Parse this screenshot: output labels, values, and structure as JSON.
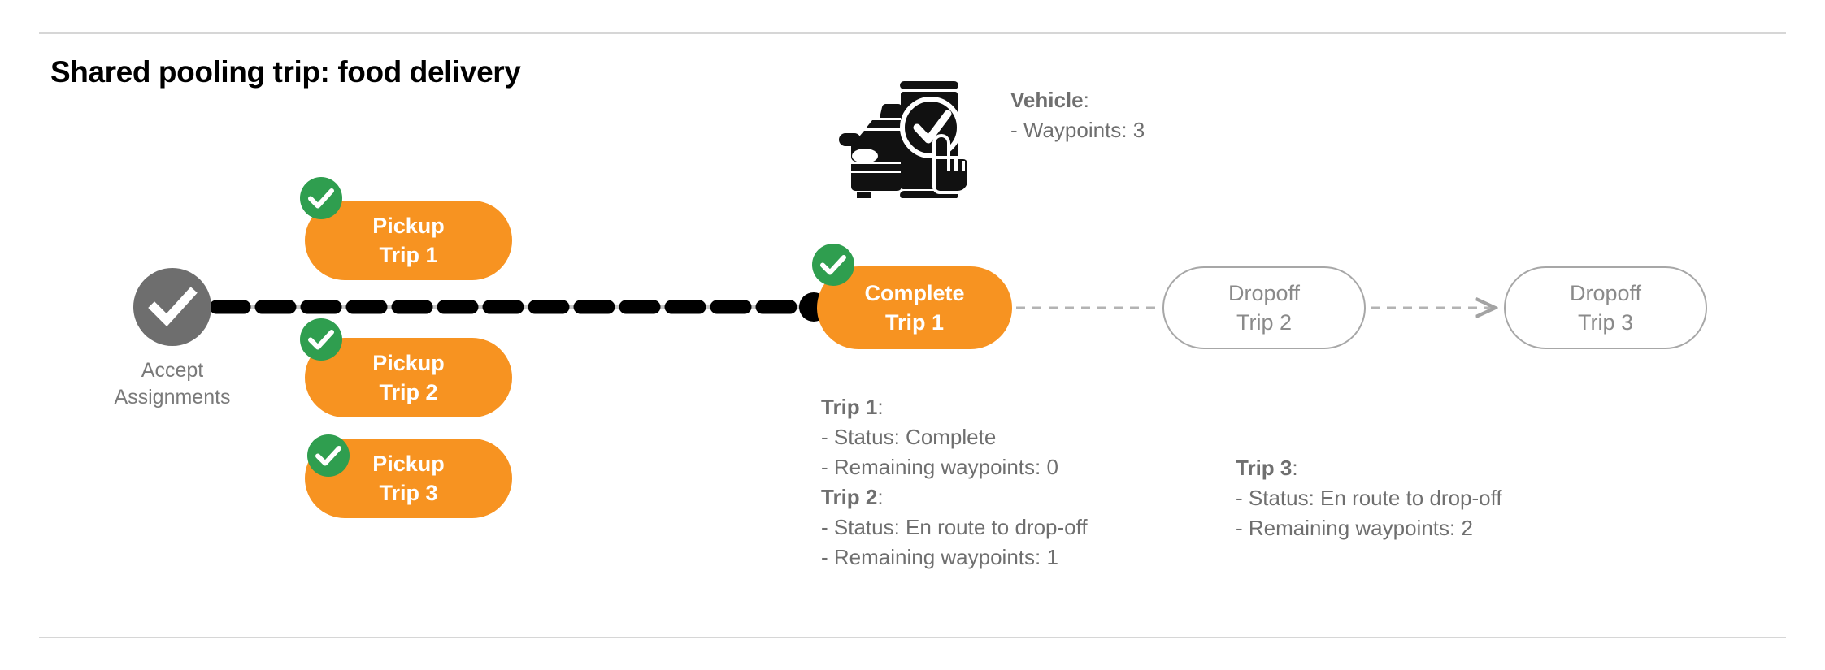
{
  "page": {
    "title": "Shared pooling trip: food delivery",
    "accent_orange": "#F79321",
    "accent_green": "#2F9E4F",
    "node_gray": "#6e6e6e",
    "text_gray": "#6f6f6f",
    "outline_gray": "#a7a7a7",
    "divider_gray": "#d6d6d6"
  },
  "start_node": {
    "icon": "check-circle-icon",
    "label_line1": "Accept",
    "label_line2": "Assignments"
  },
  "pickups": [
    {
      "line1": "Pickup",
      "line2": "Trip 1",
      "badge": "check-badge-icon",
      "state": "complete"
    },
    {
      "line1": "Pickup",
      "line2": "Trip 2",
      "badge": "check-badge-icon",
      "state": "complete"
    },
    {
      "line1": "Pickup",
      "line2": "Trip 3",
      "badge": "check-badge-icon",
      "state": "complete"
    }
  ],
  "flow": [
    {
      "line1": "Complete",
      "line2": "Trip 1",
      "style": "filled",
      "badge": "check-badge-icon"
    },
    {
      "line1": "Dropoff",
      "line2": "Trip 2",
      "style": "outline"
    },
    {
      "line1": "Dropoff",
      "line2": "Trip 3",
      "style": "outline"
    }
  ],
  "vehicle": {
    "icon": "car-phone-check-icon",
    "heading": "Vehicle",
    "heading_suffix": ":",
    "detail": "- Waypoints: 3"
  },
  "trip_details": [
    {
      "heading": "Trip 1",
      "heading_suffix": ":",
      "status": "- Status:  Complete",
      "waypoints": "- Remaining waypoints: 0"
    },
    {
      "heading": "Trip 2",
      "heading_suffix": ":",
      "status": "- Status:  En route to drop-off",
      "waypoints": "- Remaining waypoints: 1"
    },
    {
      "heading": "Trip 3",
      "heading_suffix": ":",
      "status": "- Status:  En route to drop-off",
      "waypoints": "- Remaining waypoints: 2"
    }
  ]
}
